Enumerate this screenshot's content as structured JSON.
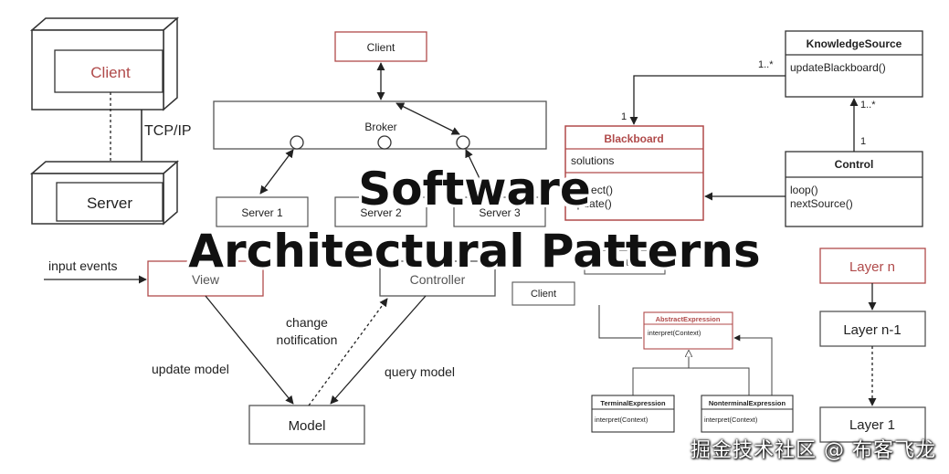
{
  "title": {
    "line1": "Software",
    "line2": "Architectural Patterns"
  },
  "client_server": {
    "client": "Client",
    "server": "Server",
    "protocol": "TCP/IP"
  },
  "broker": {
    "client": "Client",
    "broker": "Broker",
    "servers": [
      "Server 1",
      "Server 2",
      "Server 3"
    ]
  },
  "blackboard": {
    "knowledge_source": {
      "title": "KnowledgeSource",
      "method": "updateBlackboard()"
    },
    "blackboard": {
      "title": "Blackboard",
      "attribute": "solutions",
      "methods": [
        "inspect()",
        "update()"
      ]
    },
    "control": {
      "title": "Control",
      "methods": [
        "loop()",
        "nextSource()"
      ]
    },
    "multiplicities": {
      "ks_to_bb_source": "1..*",
      "ks_to_bb_target": "1",
      "control_to_ks_source": "1",
      "control_to_ks_target": "1..*"
    }
  },
  "mvc": {
    "input": "input events",
    "view": "View",
    "controller": "Controller",
    "model": "Model",
    "update_model": "update model",
    "change_notification_1": "change",
    "change_notification_2": "notification",
    "query_model": "query model"
  },
  "interpreter": {
    "client": "Client",
    "context": "Context",
    "abstract": {
      "title": "AbstractExpression",
      "method": "interpret(Context)"
    },
    "terminal": {
      "title": "TerminalExpression",
      "method": "interpret(Context)"
    },
    "nonterminal": {
      "title": "NonterminalExpression",
      "method": "interpret(Context)"
    }
  },
  "layers": {
    "top": "Layer n",
    "middle": "Layer n-1",
    "bottom": "Layer 1"
  },
  "watermark": "掘金技术社区 @ 布客飞龙",
  "colors": {
    "accent_red": "#b04a4a",
    "line": "#222222",
    "box_border": "#555555"
  }
}
